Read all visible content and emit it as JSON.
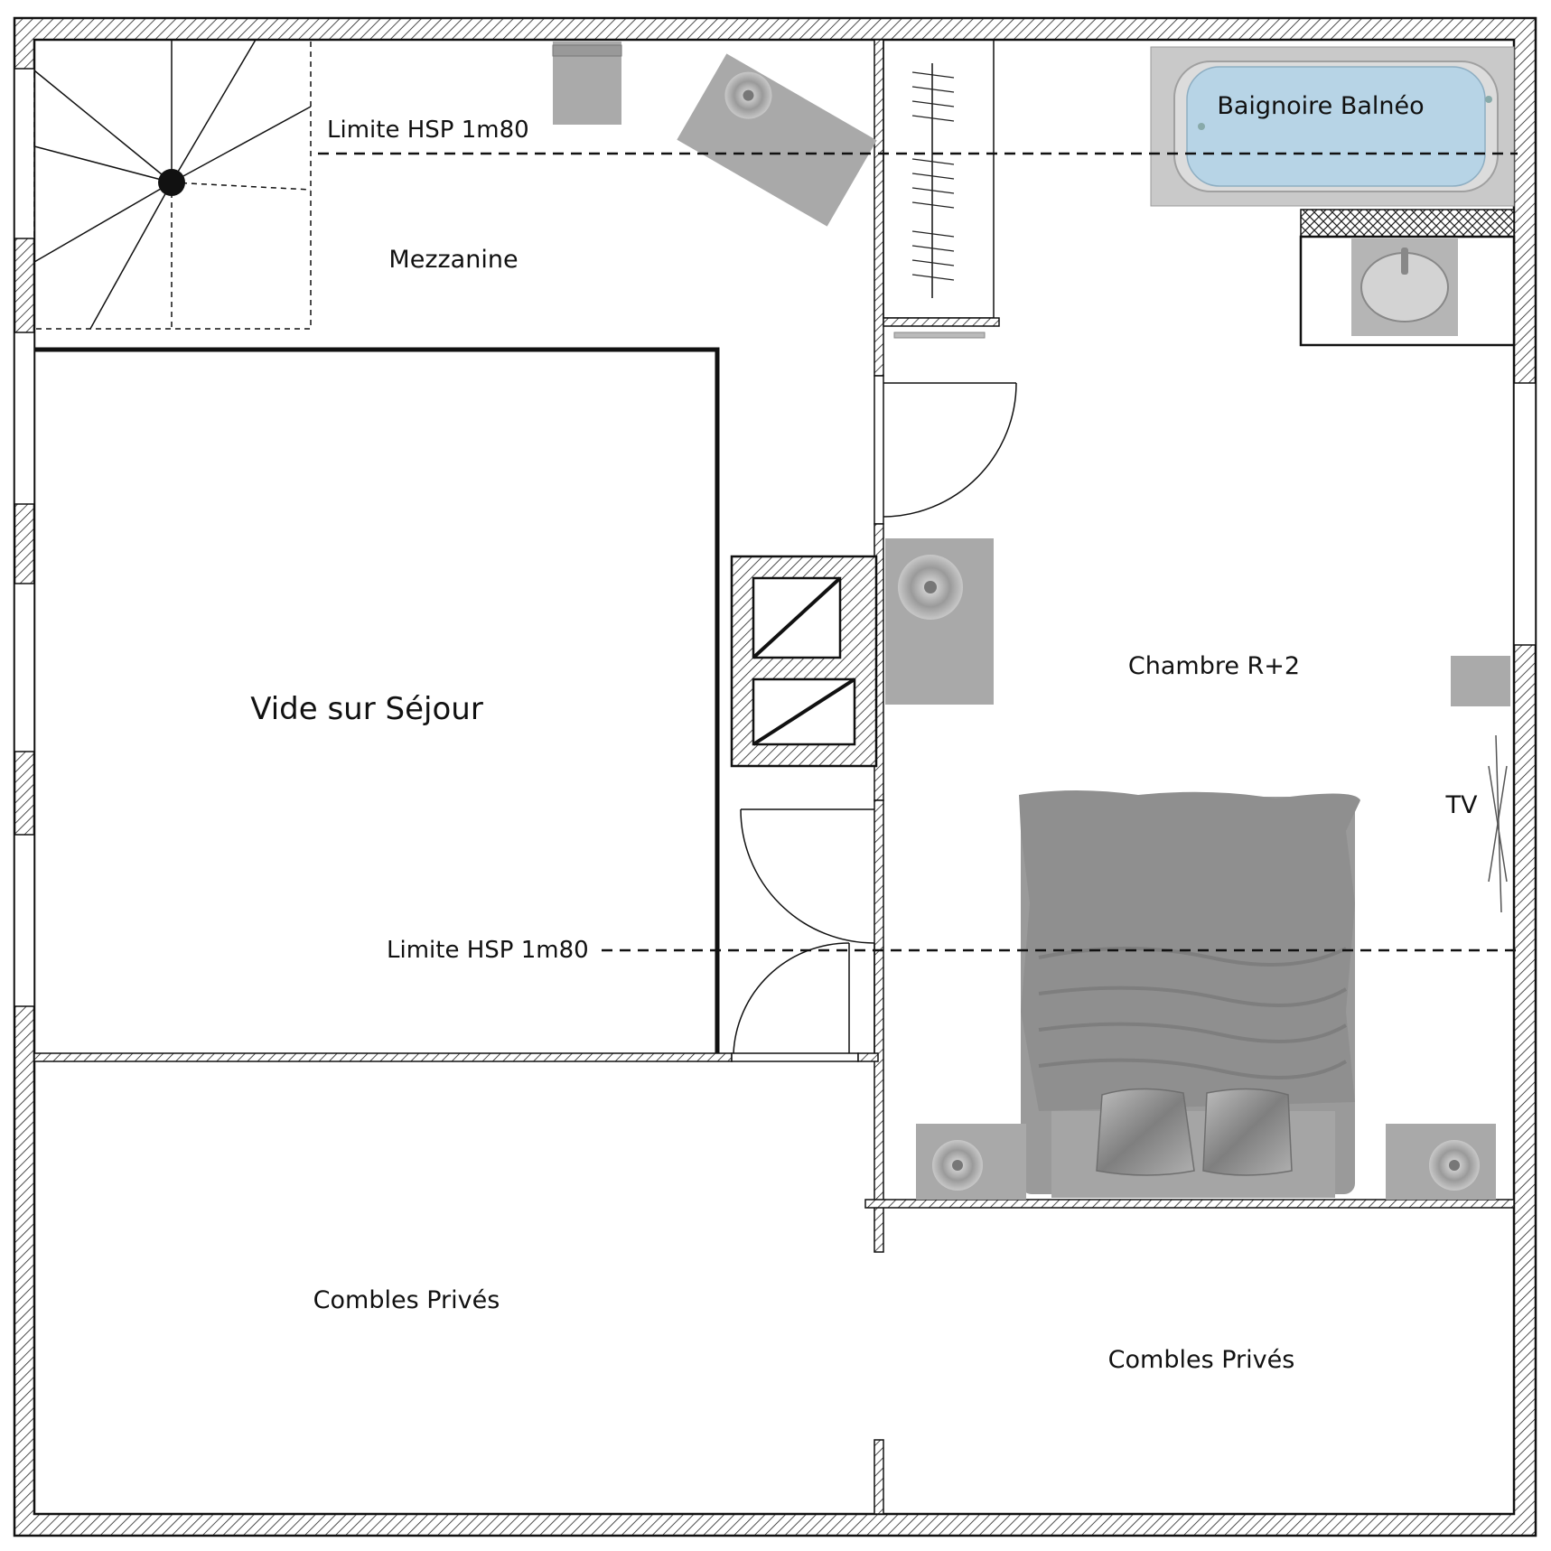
{
  "rooms": {
    "mezzanine": "Mezzanine",
    "vide_sejour": "Vide sur Séjour",
    "chambre": "Chambre R+2",
    "combles_left": "Combles Privés",
    "combles_right": "Combles Privés"
  },
  "annotations": {
    "hsp_top": "Limite HSP 1m80",
    "hsp_bottom": "Limite HSP 1m80",
    "bathtub": "Baignoire Balnéo",
    "tv": "TV"
  },
  "colors": {
    "wall": "#111111",
    "furniture": "#a9a9a9",
    "bathtub_water": "#b7d4e6"
  }
}
